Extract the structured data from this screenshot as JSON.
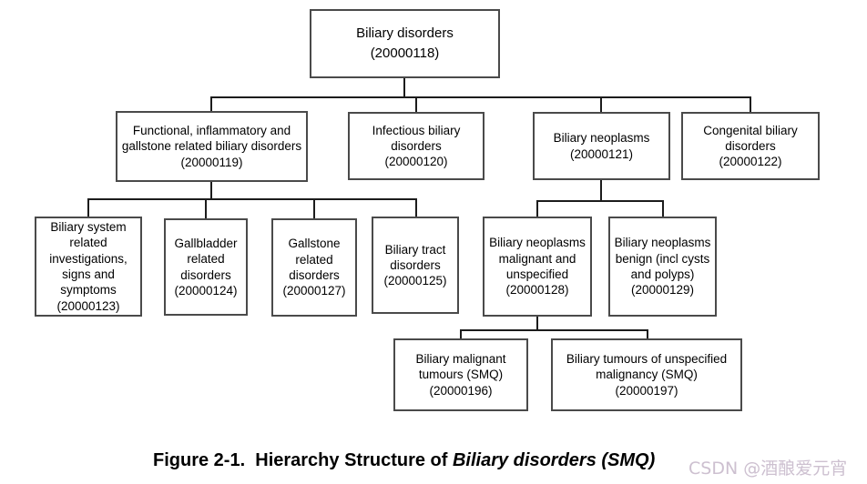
{
  "colors": {
    "box_border": "#4a4a4a",
    "line": "#1c1c1c",
    "text": "#000000",
    "bg": "#ffffff",
    "watermark": "#cdc0d0"
  },
  "figure": {
    "caption_prefix": "Figure 2-1.  Hierarchy Structure of ",
    "caption_italic": "Biliary disorders (SMQ)"
  },
  "watermark": {
    "text": "CSDN @酒酿爱元宵"
  },
  "nodes": {
    "root": {
      "label": "Biliary disorders",
      "code": "(20000118)"
    },
    "functional": {
      "label": "Functional, inflammatory and gallstone related biliary disorders",
      "code": "(20000119)"
    },
    "infectious": {
      "label": "Infectious biliary disorders",
      "code": "(20000120)"
    },
    "neoplasms": {
      "label": "Biliary neoplasms",
      "code": "(20000121)"
    },
    "congenital": {
      "label": "Congenital biliary disorders",
      "code": "(20000122)"
    },
    "investigations": {
      "label": "Biliary system related investigations, signs and symptoms",
      "code": "(20000123)"
    },
    "gallbladder": {
      "label": "Gallbladder related disorders",
      "code": "(20000124)"
    },
    "gallstone": {
      "label": "Gallstone related disorders",
      "code": "(20000127)"
    },
    "tract": {
      "label": "Biliary tract disorders",
      "code": "(20000125)"
    },
    "malignant_unspecified": {
      "label": "Biliary neoplasms malignant and unspecified",
      "code": "(20000128)"
    },
    "benign": {
      "label": "Biliary neoplasms benign (incl cysts and polyps)",
      "code": "(20000129)"
    },
    "malignant_tumours": {
      "label": "Biliary malignant tumours (SMQ)",
      "code": "(20000196)"
    },
    "unspecified_malignancy": {
      "label": "Biliary tumours of unspecified malignancy (SMQ)",
      "code": "(20000197)"
    }
  },
  "edges": [
    {
      "from": "20000118",
      "to": [
        "20000119",
        "20000120",
        "20000121",
        "20000122"
      ]
    },
    {
      "from": "20000119",
      "to": [
        "20000123",
        "20000124",
        "20000127",
        "20000125"
      ]
    },
    {
      "from": "20000121",
      "to": [
        "20000128",
        "20000129"
      ]
    },
    {
      "from": "20000128",
      "to": [
        "20000196",
        "20000197"
      ]
    }
  ]
}
